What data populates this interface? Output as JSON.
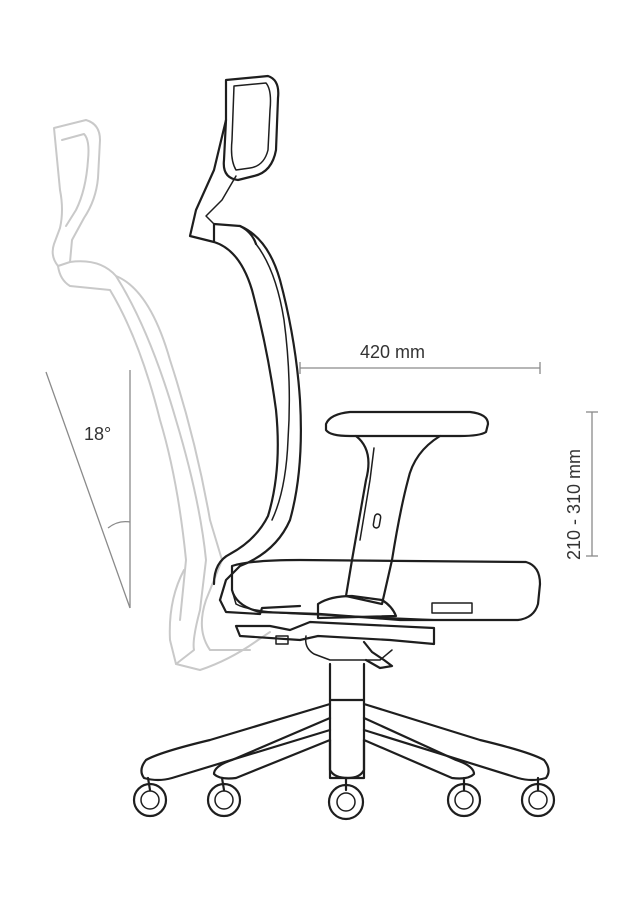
{
  "dimensions": {
    "seat_depth": "420 mm",
    "armrest_height": "210 - 310 mm",
    "recline_angle": "18°"
  },
  "colors": {
    "outline": "#1e1e1e",
    "ghost_outline": "#c9c9c9",
    "dimension_line": "#8a8a8a",
    "text": "#333333"
  }
}
